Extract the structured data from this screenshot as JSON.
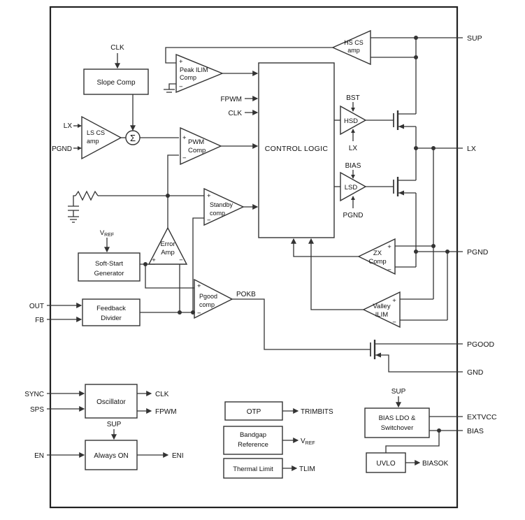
{
  "colors": {
    "line": "#333333",
    "text": "#111111",
    "background": "#ffffff"
  },
  "blocks": {
    "slope_comp": "Slope Comp",
    "control_logic": "CONTROL LOGIC",
    "soft_start_l1": "Soft-Start",
    "soft_start_l2": "Generator",
    "feedback_l1": "Feedback",
    "feedback_l2": "Divider",
    "oscillator": "Oscillator",
    "always_on": "Always ON",
    "otp": "OTP",
    "bandgap_l1": "Bandgap",
    "bandgap_l2": "Reference",
    "thermal_limit": "Thermal Limit",
    "bias_ldo_l1": "BIAS LDO &",
    "bias_ldo_l2": "Switchover",
    "uvlo": "UVLO"
  },
  "amps": {
    "peak_ilim_l1": "Peak ILIM",
    "peak_ilim_l2": "Comp",
    "hs_cs_l1": "HS CS",
    "hs_cs_l2": "amp",
    "ls_cs_l1": "LS CS",
    "ls_cs_l2": "amp",
    "pwm_l1": "PWM",
    "pwm_l2": "Comp",
    "standby_l1": "Standby",
    "standby_l2": "comp",
    "error_l1": "Error",
    "error_l2": "Amp",
    "pgood_l1": "Pgood",
    "pgood_l2": "comp",
    "zx_l1": "ZX",
    "zx_l2": "Comp",
    "valley_l1": "Valley",
    "valley_l2": "ILIM",
    "hsd": "HSD",
    "lsd": "LSD",
    "sigma": "Σ",
    "plus": "+",
    "minus": "−"
  },
  "signals": {
    "clk_top": "CLK",
    "lx_in": "LX",
    "pgnd_in": "PGND",
    "fpwm_in": "FPWM",
    "clk_in": "CLK",
    "bst": "BST",
    "lx_hsd": "LX",
    "bias_lsd": "BIAS",
    "pgnd_lsd": "PGND",
    "vref_v": "V",
    "vref_sub": "REF",
    "out": "OUT",
    "fb": "FB",
    "pokb": "POKB",
    "sync": "SYNC",
    "sps": "SPS",
    "en": "EN",
    "clk_out": "CLK",
    "fpwm_out": "FPWM",
    "sup_osc": "SUP",
    "eni": "ENI",
    "trimbits": "TRIMBITS",
    "tlim": "TLIM",
    "sup_bias": "SUP",
    "biasok": "BIASOK"
  },
  "pins": {
    "sup": "SUP",
    "lx": "LX",
    "pgnd": "PGND",
    "pgood": "PGOOD",
    "gnd": "GND",
    "extvcc": "EXTVCC",
    "bias": "BIAS"
  }
}
